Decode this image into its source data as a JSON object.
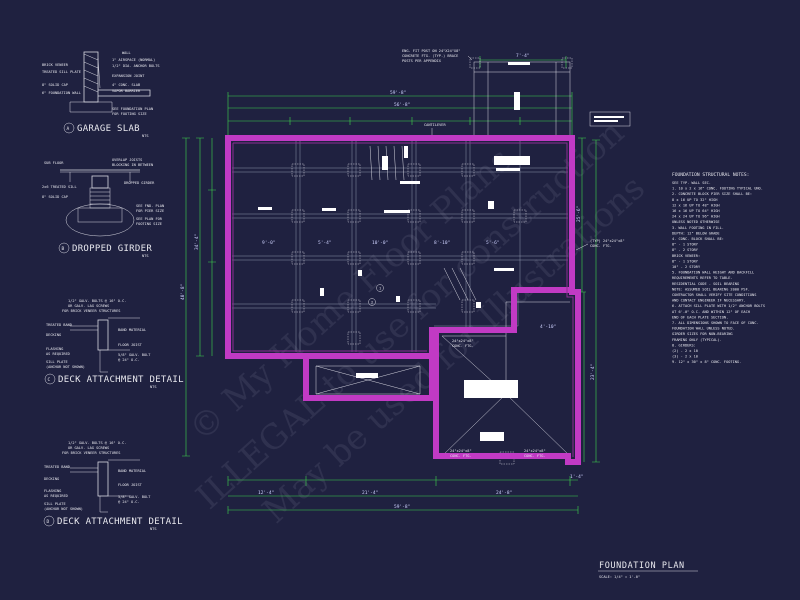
{
  "drawing": {
    "plan_title": "FOUNDATION PLAN",
    "plan_scale": "SCALE: 1/4\" = 1'-0\"",
    "watermark_lines": [
      "© My Home Floor Plans",
      "ILLEGAL to use for construction",
      "May be used for Illustrations"
    ]
  },
  "details": [
    {
      "letter": "A",
      "title": "GARAGE SLAB",
      "scale": "NTS"
    },
    {
      "letter": "B",
      "title": "DROPPED GIRDER",
      "scale": "NTS"
    },
    {
      "letter": "C",
      "title": "DECK ATTACHMENT DETAIL",
      "scale": "NTS"
    },
    {
      "letter": "D",
      "title": "DECK ATTACHMENT DETAIL",
      "scale": "NTS"
    }
  ],
  "detail_labels": {
    "a": [
      "WALL",
      "1\" AIRSPACE (NORMAL)",
      "1/2\" DIA. ANCHOR BOLTS",
      "BRICK VENEER",
      "TREATED SILL PLATE",
      "EXPANSION JOINT",
      "4\" CONC. SLAB",
      "VAPOR BARRIER",
      "8\" SOLID CAP",
      "6\" FOUNDATION WALL",
      "SEE FOUNDATION PLAN",
      "FOR FOOTING SIZE"
    ],
    "b": [
      "SUB FLOOR",
      "OVERLAP JOISTS",
      "BLOCKING IN BETWEEN",
      "2x6 TREATED SILL",
      "DROPPED GIRDER",
      "8\" SOLID CAP",
      "SEE FND. PLAN",
      "FOR PIER SIZE",
      "SEE PLAN FOR",
      "FOOTING SIZE"
    ],
    "c": [
      "1/2\" GALV. BOLTS @ 16\" O.C.",
      "OR GALV. LAG SCREWS",
      "FOR BRICK VENEER STRUCTURES",
      "TREATED BAND",
      "BAND MATERIAL",
      "DECKING",
      "FLOOR JOIST",
      "FLASHING",
      "AS REQUIRED",
      "5/8\" GALV. BOLT",
      "@ 24\" O.C.",
      "SILL PLATE",
      "(ANCHOR NOT SHOWN)"
    ],
    "d": [
      "1/2\" GALV. BOLTS @ 16\" O.C.",
      "OR GALV. LAG SCREWS",
      "FOR BRICK VENEER STRUCTURES",
      "TREATED BAND",
      "BAND MATERIAL",
      "DECKING",
      "FLOOR JOIST",
      "FLASHING",
      "AS REQUIRED",
      "5/8\" GALV. BOLT",
      "@ 24\" O.C.",
      "SILL PLATE",
      "(ANCHOR NOT SHOWN)"
    ]
  },
  "notes": {
    "title": "FOUNDATION STRUCTURAL NOTES:",
    "lines": [
      "SEE TYP. WALL SEC.",
      "1. 10 x 2 x 16\" CONC. FOOTING TYPICAL UNO.",
      "2. CONCRETE BLOCK PIER SIZE SHALL BE:",
      "   8 x 16    UP TO 32\" HIGH",
      "   12 x 16   UP TO 48\" HIGH",
      "   16 x 16   UP TO 64\" HIGH",
      "   24 x 24   UP TO 96\" HIGH",
      "   UNLESS NOTED OTHERWISE",
      "3. WALL FOOTING IN FILL.",
      "   DEPTH: 12\" BELOW GRADE",
      "4. CONC. BLOCK SHALL BE:",
      "   8\" - 1 STORY",
      "   8\" - 2 STORY",
      "   BRICK VENEER:",
      "   8\" - 1 STORY",
      "   10\" - 2 STORY",
      "5. FOUNDATION WALL HEIGHT AND BACKFILL",
      "   REQUIREMENTS REFER TO TABLE.",
      "   RESIDENTIAL CODE - SOIL BEARING",
      "   NOTE: ASSUMED SOIL BEARING 2000 PSF.",
      "   CONTRACTOR SHALL VERIFY SITE CONDITIONS",
      "   AND CONTACT ENGINEER IF NECESSARY.",
      "6. ATTACH SILL PLATE WITH 1/2\" ANCHOR BOLTS",
      "   AT 6'-0\" O.C. AND WITHIN 12\" OF EACH",
      "   END OF EACH PLATE SECTION.",
      "7. ALL DIMENSIONS SHOWN TO FACE OF CONC.",
      "   FOUNDATION WALL UNLESS NOTED.",
      "   GIRDER SIZES FOR NON-BEARING",
      "   FRAMING ONLY (TYPICAL).",
      "8. GIRDERS:",
      "   (2) - 2 x 10",
      "   (3) - 2 x 10",
      "9. 12\" x 30\" x 8\" CONC. FOOTING."
    ]
  },
  "callouts": {
    "porch_post": [
      "ENG. FIT POST ON 24\"X24\"X8\"",
      "CONCRETE FTG. (TYP.) BRACE",
      "POSTS PER APPENDIX"
    ],
    "cantilever": "CANTILEVER",
    "ftg_right": [
      "(TYP) 24\"x24\"x8\"",
      "CONC. FTG."
    ],
    "ftg_center": [
      "24\"x24\"x8\"",
      "CONC. FTG."
    ],
    "ftg_lower_left": [
      "24\"x24\"x8\"",
      "CONC. FTG."
    ],
    "ftg_lower_right": [
      "24\"x24\"x8\"",
      "CONC. FTG."
    ],
    "grid_markers": [
      "1",
      "2"
    ]
  },
  "dimensions": {
    "top_overall": "59'-8\"",
    "top_main": "56'-8\"",
    "porch_width": "7'-4\"",
    "left_overall": "40'-8\"",
    "left_main": "34'-4\"",
    "right_main": "25'-6\"",
    "right_lower": "23'-4\"",
    "bottom_overall": "59'-8\"",
    "bottom_left": "12'-4\"",
    "bottom_mid": "21'-4\"",
    "bottom_right": "24'-8\"",
    "bottom_end": "1'-4\"",
    "int_a": "9'-0\"",
    "int_b": "5'-4\"",
    "int_c": "10'-0\"",
    "int_d": "8'-10\"",
    "int_e": "5'-6\"",
    "int_f": "4'-10\""
  },
  "colors": {
    "background": "#1f2140",
    "walls": "#c13ac4",
    "dimension_lines": "#3fd64c",
    "linework": "#d8d8e2"
  }
}
